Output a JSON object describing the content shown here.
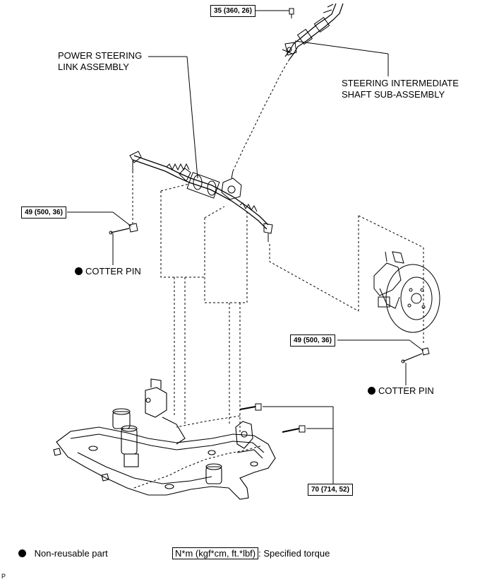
{
  "callouts": {
    "power_steering_link": {
      "line1": "POWER STEERING",
      "line2": "LINK ASSEMBLY"
    },
    "intermediate_shaft": {
      "line1": "STEERING INTERMEDIATE",
      "line2": "SHAFT SUB-ASSEMBLY"
    },
    "cotter_pin_left": "COTTER PIN",
    "cotter_pin_right": "COTTER PIN"
  },
  "torque_specs": {
    "shaft_bolt": "35 (360, 26)",
    "tie_rod_left": "49 (500, 36)",
    "tie_rod_right": "49 (500, 36)",
    "crossmember_bolts": "70 (714, 52)"
  },
  "legend": {
    "non_reusable": "Non-reusable part",
    "torque_units": "N*m (kgf*cm, ft.*lbf)",
    "torque_suffix": ": Specified torque"
  },
  "corner_mark": "P"
}
